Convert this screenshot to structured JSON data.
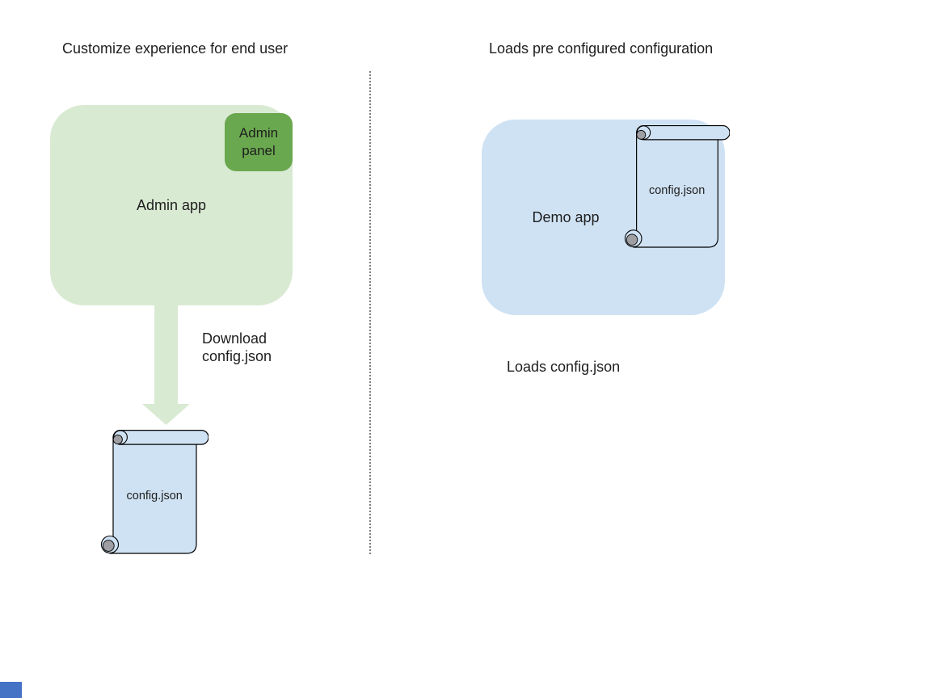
{
  "diagram": {
    "left": {
      "title": "Customize experience for end user",
      "app_label": "Admin app",
      "panel_label": "Admin panel",
      "arrow_caption": "Download\nconfig.json",
      "file_label": "config.json"
    },
    "right": {
      "title": "Loads pre configured configuration",
      "app_label": "Demo app",
      "file_label": "config.json",
      "caption": "Loads config.json"
    },
    "colors": {
      "box_light_green": "#d9ead3",
      "panel_green": "#6aa84f",
      "box_light_blue": "#cfe2f3",
      "scroll_curl_gray": "#9e9ea3",
      "divider_gray": "#7d7d7d",
      "corner_blue": "#4472c4"
    }
  }
}
